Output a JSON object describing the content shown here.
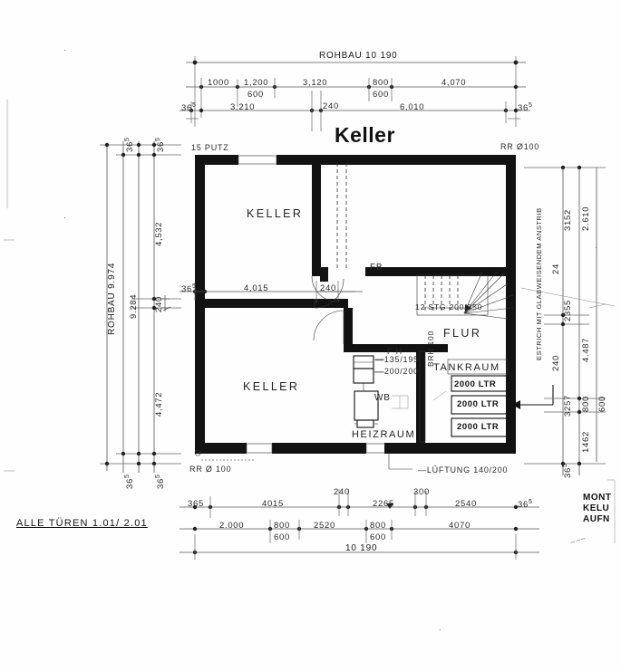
{
  "drawing": {
    "title": "Keller",
    "sheet_note": "ALLE TÜREN 1.01/ 2.01",
    "top_overall_label": "ROHBAU  10 190",
    "left_overall_label": "ROHBAU  9.974",
    "bottom_overall": "10 190"
  },
  "dimensions": {
    "top_row2": [
      "1000",
      "1,200",
      "600",
      "3,120",
      "800",
      "600",
      "4,070"
    ],
    "top_row3_left_corner": "36",
    "top_row3_left_corner_sup": "5",
    "top_row3": [
      "3,210",
      "240",
      "6,010"
    ],
    "top_row3_right_corner": "36",
    "top_row3_right_corner_sup": "5",
    "left_top_small": [
      "36",
      "36"
    ],
    "left_top_small_sup": "5",
    "left_chain": [
      "4,532",
      "240",
      "4,472"
    ],
    "left_inner": "9.284",
    "left_bottom_small": [
      "36",
      "36"
    ],
    "left_bottom_small_sup": "5",
    "right_outer": [
      "3152",
      "2.610"
    ],
    "right_mid": [
      "24",
      "2355",
      "4.487"
    ],
    "right_inner": [
      "240",
      "3257",
      "800",
      "600",
      "1462"
    ],
    "right_bottom_corner": "36",
    "right_bottom_corner_sup": "5",
    "interior_left": "4,015",
    "interior_left_corner": "36",
    "interior_left_corner_sup": "5",
    "interior_door": "240",
    "bottom_row1": [
      "4015",
      "240",
      "2265",
      "300",
      "2540"
    ],
    "bottom_row1_left": "365",
    "bottom_row1_right": "36",
    "bottom_row1_right_sup": "5",
    "bottom_row2": [
      "2.000",
      "800",
      "600",
      "2520",
      "800",
      "600",
      "4070"
    ]
  },
  "rooms": [
    {
      "name": "keller-upper",
      "label": "KELLER"
    },
    {
      "name": "keller-lower",
      "label": "KELLER"
    },
    {
      "name": "flur",
      "label": "FLUR"
    },
    {
      "name": "heizraum",
      "label": "HEIZRAUM"
    },
    {
      "name": "tankraum",
      "label": "TANKRAUM"
    }
  ],
  "annotations": {
    "putz": "15 PUTZ",
    "rr_top": "RR Ø100",
    "rr_bottom": "RR Ø 100",
    "fb": "FB",
    "fh": "F H",
    "stairs": "12 STG 200/250",
    "window_135": "135/195",
    "window_200": "200/200",
    "wb": "WB",
    "brh": "BRH 100",
    "lueftung": "LÜFTUNG 140/200",
    "estrich": "ESTRICH MIT GLABWEISENDEM ANSTRIB",
    "tank_caption": "2000 LTR",
    "tanks": [
      "2000 LTR",
      "2000 LTR",
      "2000 LTR"
    ],
    "right_edge_lines": [
      "MONT",
      "KELU",
      "AUFN"
    ]
  },
  "colors": {
    "ink": "#1a1a1a",
    "wall": "#111111",
    "paper": "#fefefe",
    "dim_line": "#555555"
  }
}
